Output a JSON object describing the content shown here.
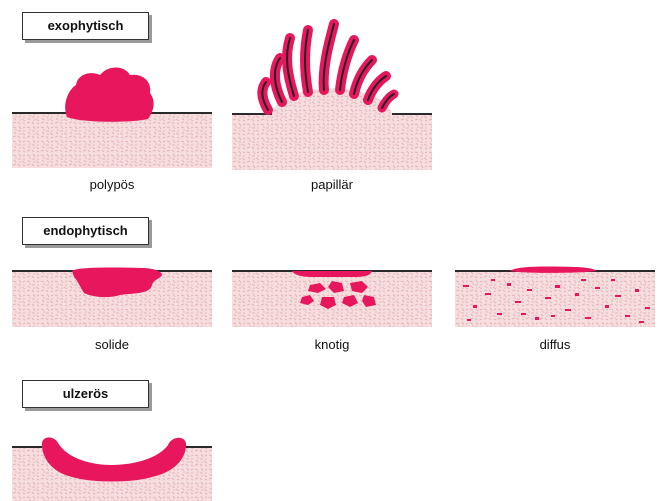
{
  "sections": {
    "exophytic": {
      "label": "exophytisch"
    },
    "endophytic": {
      "label": "endophytisch"
    },
    "ulcerative": {
      "label": "ulzerös"
    }
  },
  "captions": {
    "polypoid": "polypös",
    "papillary": "papillär",
    "solid": "solide",
    "nodular": "knotig",
    "diffuse": "diffus"
  },
  "colors": {
    "tumor": "#e8175d",
    "tissue_base": "#f6dede",
    "tissue_speckle": "#e9b9bd",
    "surface_line": "#2a2a2a"
  }
}
